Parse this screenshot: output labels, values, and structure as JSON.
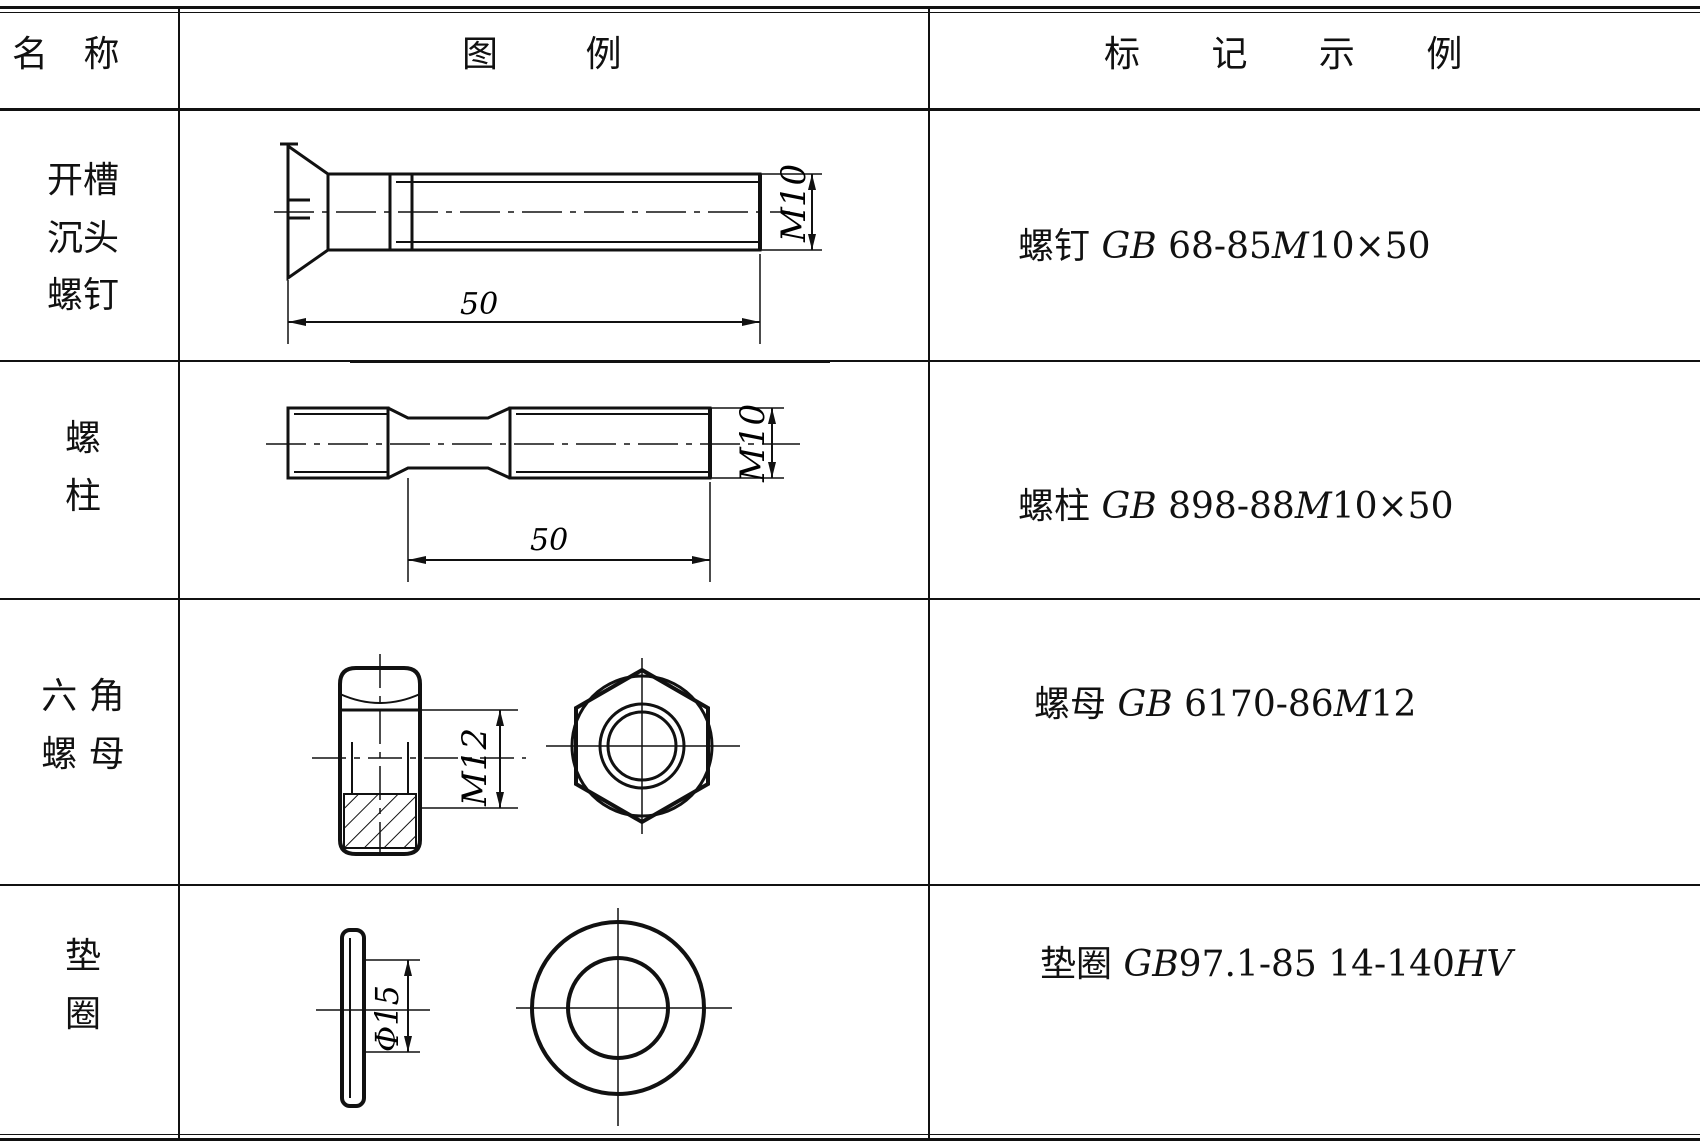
{
  "headers": {
    "name": "名 称",
    "figure": "图 例",
    "mark": "标 记 示 例"
  },
  "rows": [
    {
      "name_lines": [
        "开槽",
        "沉头",
        "螺钉"
      ],
      "fig_labels": {
        "dia": "M10",
        "len": "50"
      },
      "mark": {
        "prefix": "螺钉 ",
        "gb": "GB",
        "num": " 68-85",
        "m": "M",
        "spec": "10×50"
      }
    },
    {
      "name_lines": [
        "螺",
        "柱"
      ],
      "fig_labels": {
        "dia": "M10",
        "len": "50"
      },
      "mark": {
        "prefix": "螺柱 ",
        "gb": "GB",
        "num": " 898-88",
        "m": "M",
        "spec": "10×50"
      }
    },
    {
      "name_lines": [
        "六 角",
        "螺 母"
      ],
      "fig_labels": {
        "dia": "M12"
      },
      "mark": {
        "prefix": "螺母 ",
        "gb": "GB",
        "num": " 6170-86",
        "m": "M",
        "spec": "12"
      }
    },
    {
      "name_lines": [
        "垫",
        "圈"
      ],
      "fig_labels": {
        "dia": "Φ15"
      },
      "mark": {
        "prefix": "垫圈  ",
        "gb": "GB",
        "num": "97.1-85 14-140",
        "m": "HV",
        "spec": ""
      }
    }
  ]
}
